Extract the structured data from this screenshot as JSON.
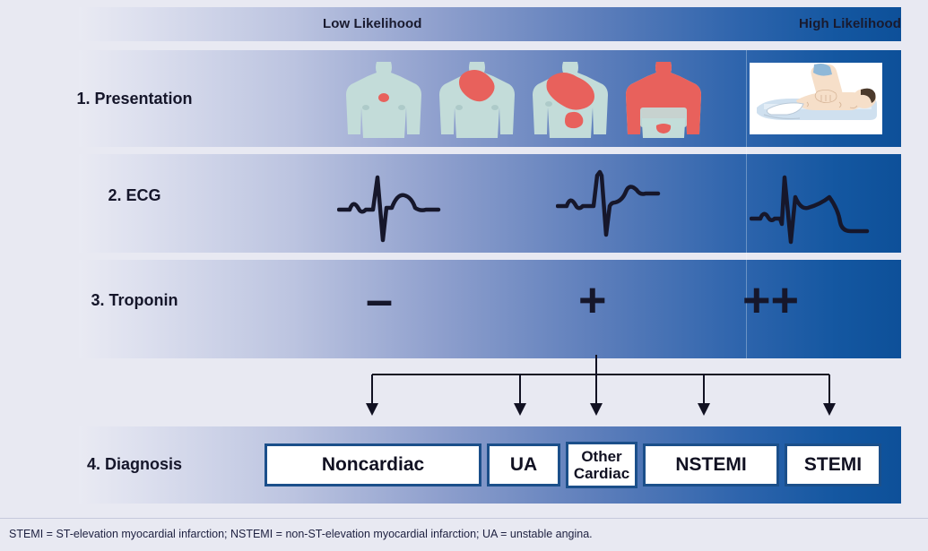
{
  "header": {
    "low_label": "Low Likelihood",
    "high_label": "High Likelihood"
  },
  "rows": [
    {
      "title": "1. Presentation"
    },
    {
      "title": "2. ECG"
    },
    {
      "title": "3. Troponin"
    },
    {
      "title": "4. Diagnosis"
    }
  ],
  "presentation": {
    "items": [
      {
        "name": "torso-pain-pinpoint",
        "description": "Torso with small pinpoint chest pain area"
      },
      {
        "name": "torso-pain-upper",
        "description": "Torso with pain area over upper chest and neck"
      },
      {
        "name": "torso-pain-broad",
        "description": "Torso with broad pain radiating to shoulder and epigastrium"
      },
      {
        "name": "torso-pain-extensive",
        "description": "Torso with extensive pain across whole chest and arms"
      },
      {
        "name": "cpr-resuscitation",
        "description": "Cardiopulmonary resuscitation on a collapsed patient"
      }
    ]
  },
  "ecg": {
    "items": [
      {
        "name": "ecg-normal",
        "description": "Normal sinus ECG complex"
      },
      {
        "name": "ecg-st-depression",
        "description": "ECG complex with ST depression / T-wave change"
      },
      {
        "name": "ecg-st-elevation",
        "description": "ECG complex with marked ST elevation"
      }
    ]
  },
  "troponin": {
    "values": [
      "–",
      "+",
      "++"
    ]
  },
  "diagnosis": {
    "boxes": [
      {
        "label": "Noncardiac"
      },
      {
        "label": "UA"
      },
      {
        "label": "Other Cardiac",
        "line1": "Other",
        "line2": "Cardiac"
      },
      {
        "label": "NSTEMI"
      },
      {
        "label": "STEMI"
      }
    ]
  },
  "footnote": {
    "text": "STEMI = ST-elevation myocardial infarction; NSTEMI = non-ST-elevation myocardial infarction; UA = unstable angina."
  },
  "colors": {
    "gradient_light": "#e9eaf3",
    "gradient_dark": "#0d5099",
    "box_border": "#1b4f8a",
    "pain_red": "#e8615c",
    "skin_teal": "#c3dcd9",
    "text_dark": "#15162a"
  }
}
